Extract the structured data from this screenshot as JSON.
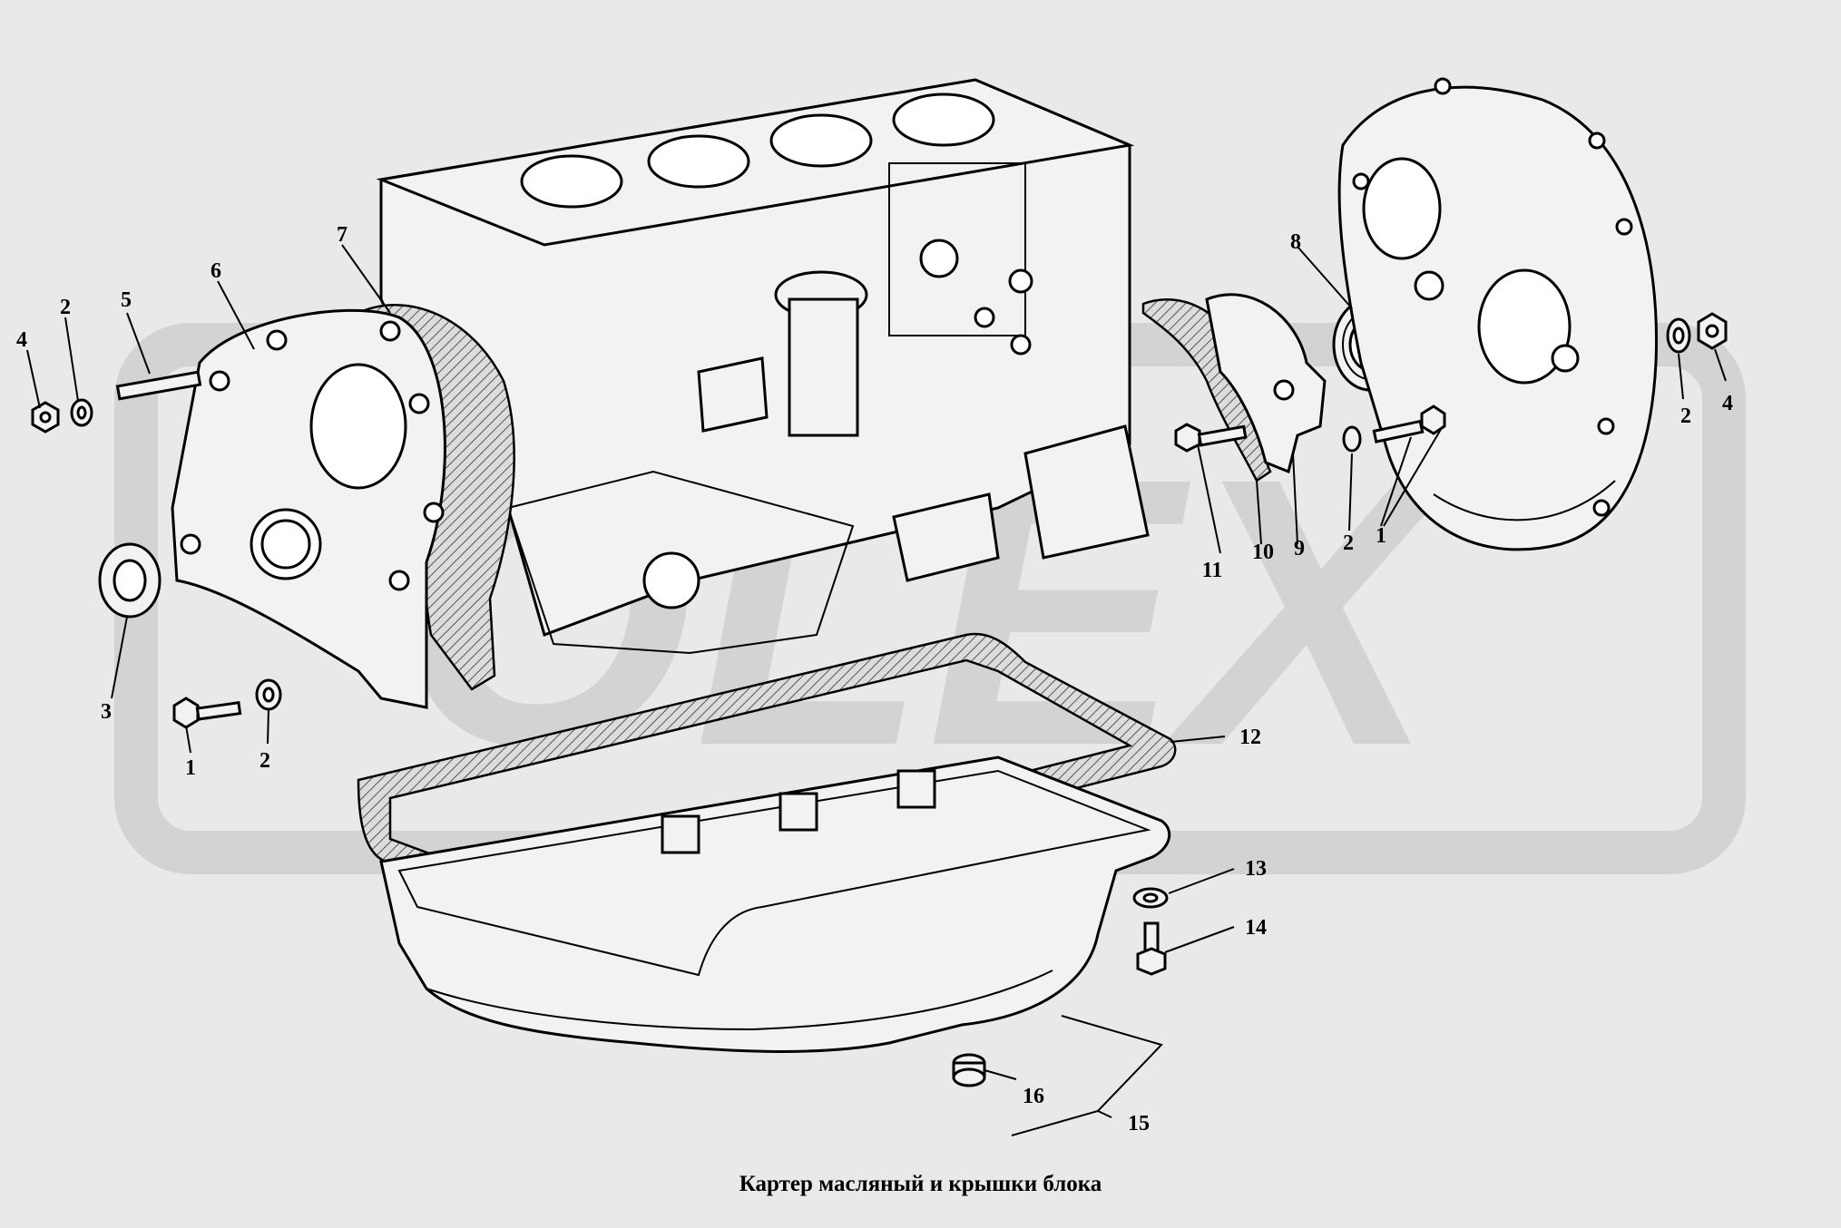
{
  "caption": "Картер масляный и крышки блока",
  "watermark_text": "OLEX",
  "colors": {
    "background": "#e9e9e9",
    "watermark": "#d3d3d3",
    "line": "#000000"
  },
  "callouts": {
    "c1_left": "1",
    "c2_left_a": "2",
    "c2_left_b": "2",
    "c3": "3",
    "c4_left": "4",
    "c5": "5",
    "c6": "6",
    "c7": "7",
    "c8": "8",
    "c9": "9",
    "c10": "10",
    "c11": "11",
    "c2_right_a": "2",
    "c1_right": "1",
    "c2_right_b": "2",
    "c4_right": "4",
    "c12": "12",
    "c13": "13",
    "c14": "14",
    "c15": "15",
    "c16": "16"
  }
}
